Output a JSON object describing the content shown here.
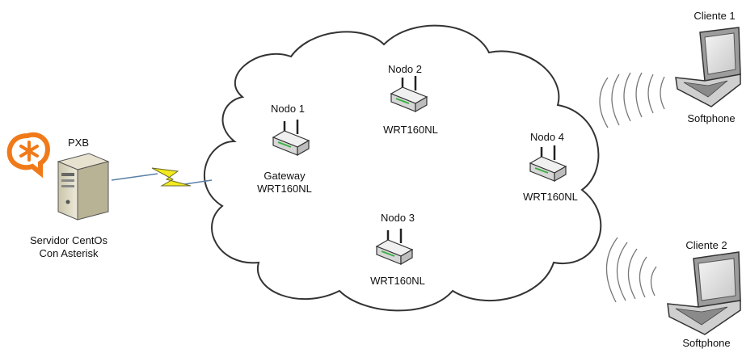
{
  "server": {
    "title": "PXB",
    "caption_line1": "Servidor CentOs",
    "caption_line2": "Con Asterisk",
    "logo_color": "#f07a1a"
  },
  "nodes": [
    {
      "label": "Nodo 1",
      "sublabel": "Gateway",
      "model": "WRT160NL"
    },
    {
      "label": "Nodo 2",
      "model": "WRT160NL"
    },
    {
      "label": "Nodo 3",
      "model": "WRT160NL"
    },
    {
      "label": "Nodo 4",
      "model": "WRT160NL"
    }
  ],
  "clients": [
    {
      "label": "Cliente 1",
      "app": "Softphone"
    },
    {
      "label": "Cliente 2",
      "app": "Softphone"
    }
  ],
  "colors": {
    "cloud_stroke": "#333333",
    "link": "#5b7fa6",
    "lightning": "#f2ea1c",
    "router_led": "#3cb043"
  }
}
